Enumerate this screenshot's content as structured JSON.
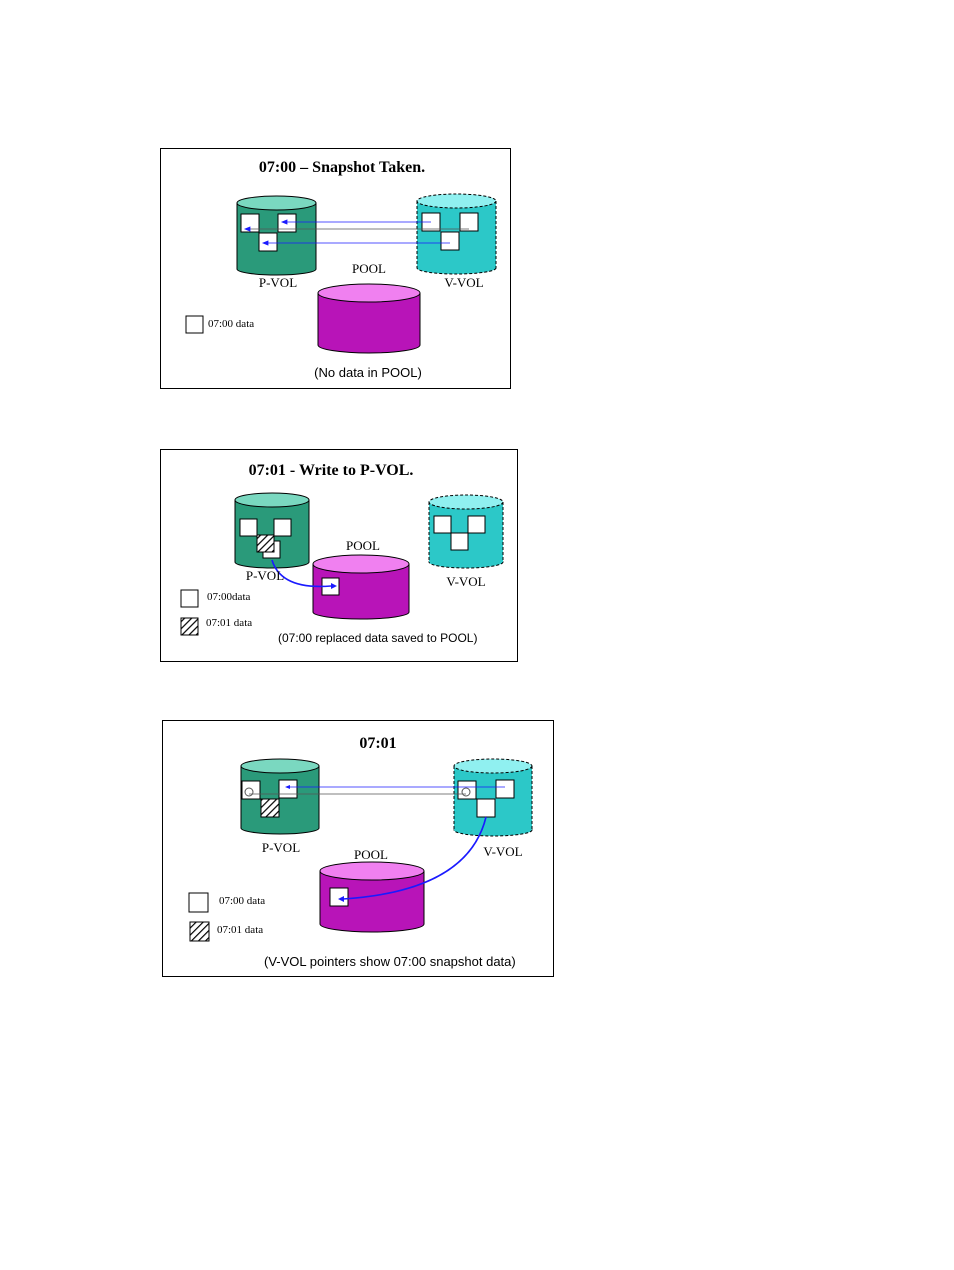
{
  "panels": [
    {
      "title": "07:00 – Snapshot Taken.",
      "labels": {
        "pvol": "P-VOL",
        "vvol": "V-VOL",
        "pool": "POOL"
      },
      "legend": [
        {
          "text": "07:00  data"
        }
      ],
      "caption": "(No data in POOL)"
    },
    {
      "title": "07:01 - Write to P-VOL.",
      "labels": {
        "pvol": "P-VOL",
        "vvol": "V-VOL",
        "pool": "POOL"
      },
      "legend": [
        {
          "text": "07:00data"
        },
        {
          "text": "07:01 data"
        }
      ],
      "caption": "(07:00 replaced data saved to POOL)"
    },
    {
      "title": "07:01",
      "labels": {
        "pvol": "P-VOL",
        "vvol": "V-VOL",
        "pool": "POOL"
      },
      "legend": [
        {
          "text": "07:00  data"
        },
        {
          "text": "07:01  data"
        }
      ],
      "caption": "(V-VOL pointers show 07:00 snapshot data)"
    }
  ],
  "colors": {
    "pvol_body": "#2a9a7a",
    "pvol_top": "#7ad8c0",
    "vvol_body": "#2cc8c8",
    "vvol_top": "#90f0f0",
    "pool_body": "#b814b8",
    "pool_top": "#f080f0",
    "arrow": "#1a1aff"
  }
}
